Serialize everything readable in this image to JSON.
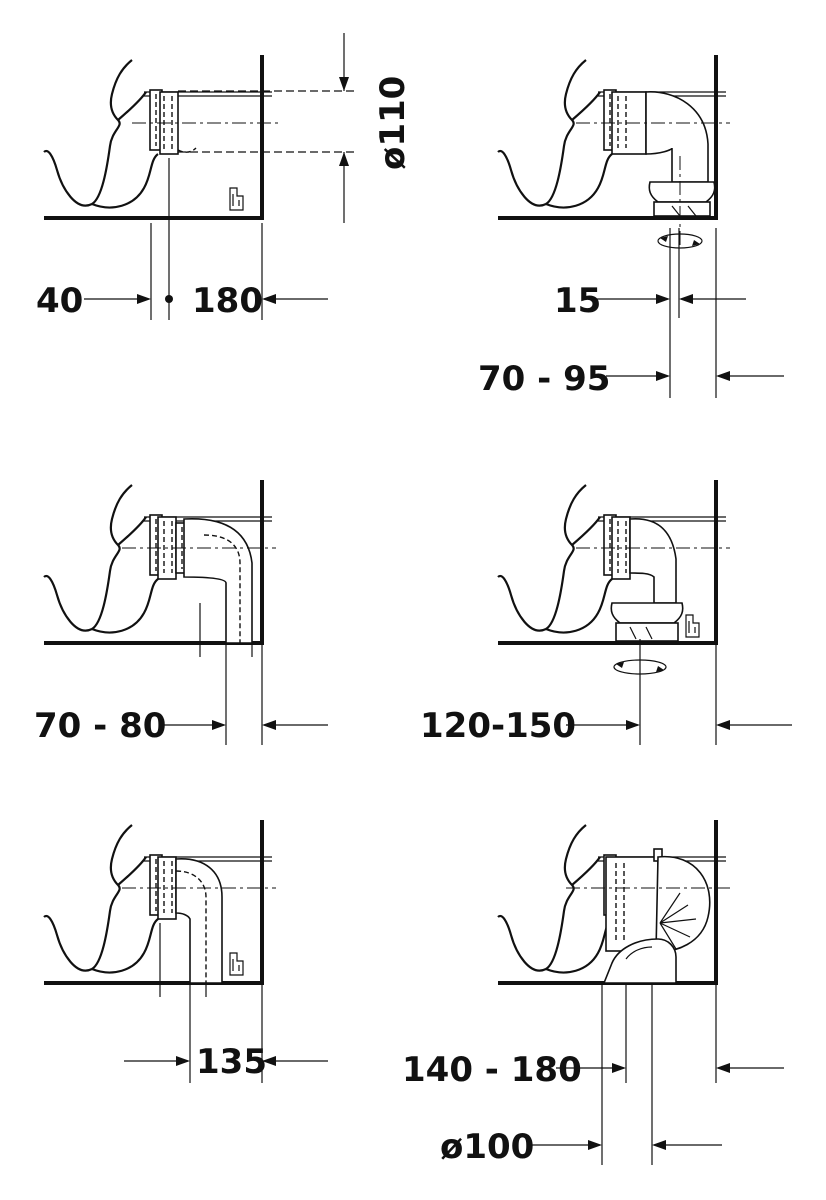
{
  "panels": [
    {
      "id": "p1",
      "labels": {
        "left": "40",
        "right": "180",
        "diameter": "ø110"
      }
    },
    {
      "id": "p2",
      "labels": {
        "offset": "15",
        "range": "70 - 95"
      }
    },
    {
      "id": "p3",
      "labels": {
        "range": "70 - 80"
      }
    },
    {
      "id": "p4",
      "labels": {
        "range": "120-150"
      }
    },
    {
      "id": "p5",
      "labels": {
        "value": "135"
      }
    },
    {
      "id": "p6",
      "labels": {
        "range": "140 - 180",
        "diameter": "ø100"
      }
    }
  ]
}
